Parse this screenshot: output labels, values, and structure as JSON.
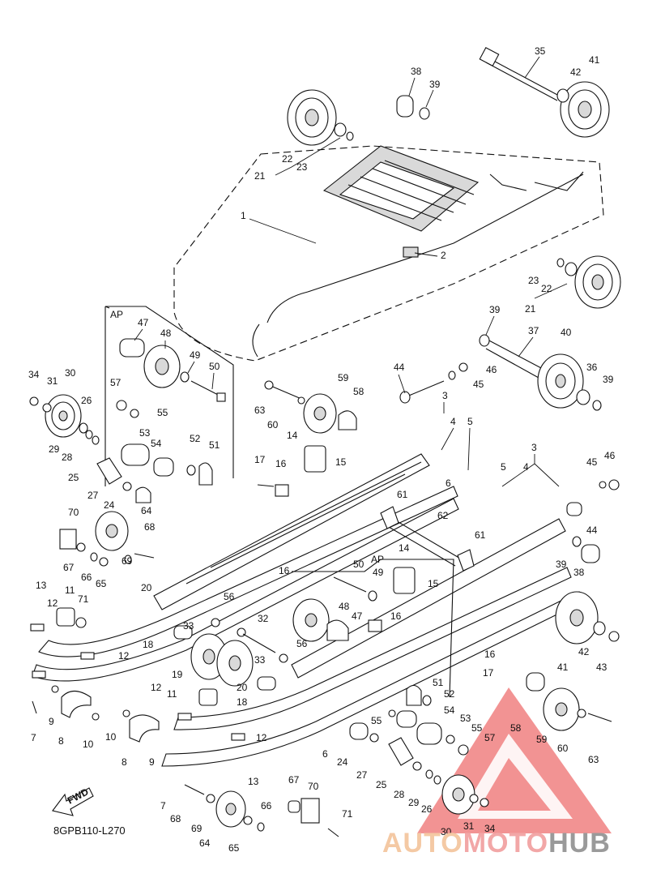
{
  "diagram_code": "8GPB110-L270",
  "fwd_label": "FWD",
  "ap_label": "AP",
  "watermark": {
    "part1": "AUTO",
    "part2": "MOTO",
    "part3": "HUB"
  },
  "colors": {
    "watermark_red": "#f08080",
    "watermark_orange": "#f4c9a4",
    "watermark_gray": "#9a9a9a",
    "line": "#111111"
  },
  "callouts": [
    {
      "id": "c35",
      "label": "35"
    },
    {
      "id": "c41a",
      "label": "41"
    },
    {
      "id": "c42a",
      "label": "42"
    },
    {
      "id": "c38a",
      "label": "38"
    },
    {
      "id": "c39a",
      "label": "39"
    },
    {
      "id": "c22a",
      "label": "22"
    },
    {
      "id": "c23a",
      "label": "23"
    },
    {
      "id": "c21a",
      "label": "21"
    },
    {
      "id": "c1",
      "label": "1"
    },
    {
      "id": "c2",
      "label": "2"
    },
    {
      "id": "c23b",
      "label": "23"
    },
    {
      "id": "c22b",
      "label": "22"
    },
    {
      "id": "c21b",
      "label": "21"
    },
    {
      "id": "c39b",
      "label": "39"
    },
    {
      "id": "c37",
      "label": "37"
    },
    {
      "id": "c40",
      "label": "40"
    },
    {
      "id": "c36",
      "label": "36"
    },
    {
      "id": "c39c",
      "label": "39"
    },
    {
      "id": "c44a",
      "label": "44"
    },
    {
      "id": "c46a",
      "label": "46"
    },
    {
      "id": "c45a",
      "label": "45"
    },
    {
      "id": "c47a",
      "label": "47"
    },
    {
      "id": "c48a",
      "label": "48"
    },
    {
      "id": "c49a",
      "label": "49"
    },
    {
      "id": "c50a",
      "label": "50"
    },
    {
      "id": "c57a",
      "label": "57"
    },
    {
      "id": "c55a",
      "label": "55"
    },
    {
      "id": "c53a",
      "label": "53"
    },
    {
      "id": "c54a",
      "label": "54"
    },
    {
      "id": "c52a",
      "label": "52"
    },
    {
      "id": "c51a",
      "label": "51"
    },
    {
      "id": "c34a",
      "label": "34"
    },
    {
      "id": "c31a",
      "label": "31"
    },
    {
      "id": "c30a",
      "label": "30"
    },
    {
      "id": "c26a",
      "label": "26"
    },
    {
      "id": "c29a",
      "label": "29"
    },
    {
      "id": "c28a",
      "label": "28"
    },
    {
      "id": "c25a",
      "label": "25"
    },
    {
      "id": "c27a",
      "label": "27"
    },
    {
      "id": "c24a",
      "label": "24"
    },
    {
      "id": "c64a",
      "label": "64"
    },
    {
      "id": "c70a",
      "label": "70"
    },
    {
      "id": "c68a",
      "label": "68"
    },
    {
      "id": "c67a",
      "label": "67"
    },
    {
      "id": "c66a",
      "label": "66"
    },
    {
      "id": "c65a",
      "label": "65"
    },
    {
      "id": "c69a",
      "label": "69"
    },
    {
      "id": "c59a",
      "label": "59"
    },
    {
      "id": "c58a",
      "label": "58"
    },
    {
      "id": "c63a",
      "label": "63"
    },
    {
      "id": "c60a",
      "label": "60"
    },
    {
      "id": "c14a",
      "label": "14"
    },
    {
      "id": "c15a",
      "label": "15"
    },
    {
      "id": "c17a",
      "label": "17"
    },
    {
      "id": "c16a",
      "label": "16"
    },
    {
      "id": "c3a",
      "label": "3"
    },
    {
      "id": "c4a",
      "label": "4"
    },
    {
      "id": "c5a",
      "label": "5"
    },
    {
      "id": "c6a",
      "label": "6"
    },
    {
      "id": "c61a",
      "label": "61"
    },
    {
      "id": "c62",
      "label": "62"
    },
    {
      "id": "c61b",
      "label": "61"
    },
    {
      "id": "c3b",
      "label": "3"
    },
    {
      "id": "c5b",
      "label": "5"
    },
    {
      "id": "c4b",
      "label": "4"
    },
    {
      "id": "c45b",
      "label": "45"
    },
    {
      "id": "c46b",
      "label": "46"
    },
    {
      "id": "c44b",
      "label": "44"
    },
    {
      "id": "c39d",
      "label": "39"
    },
    {
      "id": "c38b",
      "label": "38"
    },
    {
      "id": "c16b",
      "label": "16"
    },
    {
      "id": "c50b",
      "label": "50"
    },
    {
      "id": "c49b",
      "label": "49"
    },
    {
      "id": "c14b",
      "label": "14"
    },
    {
      "id": "c15b",
      "label": "15"
    },
    {
      "id": "c48b",
      "label": "48"
    },
    {
      "id": "c47b",
      "label": "47"
    },
    {
      "id": "c16c",
      "label": "16"
    },
    {
      "id": "c56a",
      "label": "56"
    },
    {
      "id": "c56b",
      "label": "56"
    },
    {
      "id": "c13a",
      "label": "13"
    },
    {
      "id": "c11a",
      "label": "11"
    },
    {
      "id": "c71a",
      "label": "71"
    },
    {
      "id": "c12a",
      "label": "12"
    },
    {
      "id": "c12b",
      "label": "12"
    },
    {
      "id": "c20a",
      "label": "20"
    },
    {
      "id": "c33a",
      "label": "33"
    },
    {
      "id": "c32",
      "label": "32"
    },
    {
      "id": "c18a",
      "label": "18"
    },
    {
      "id": "c19",
      "label": "19"
    },
    {
      "id": "c33b",
      "label": "33"
    },
    {
      "id": "c20b",
      "label": "20"
    },
    {
      "id": "c18b",
      "label": "18"
    },
    {
      "id": "c7a",
      "label": "7"
    },
    {
      "id": "c9a",
      "label": "9"
    },
    {
      "id": "c8a",
      "label": "8"
    },
    {
      "id": "c10a",
      "label": "10"
    },
    {
      "id": "c12c",
      "label": "12"
    },
    {
      "id": "c11b",
      "label": "11"
    },
    {
      "id": "c10b",
      "label": "10"
    },
    {
      "id": "c8b",
      "label": "8"
    },
    {
      "id": "c9b",
      "label": "9"
    },
    {
      "id": "c12d",
      "label": "12"
    },
    {
      "id": "c6b",
      "label": "6"
    },
    {
      "id": "c13b",
      "label": "13"
    },
    {
      "id": "c16d",
      "label": "16"
    },
    {
      "id": "c17b",
      "label": "17"
    },
    {
      "id": "c41b",
      "label": "41"
    },
    {
      "id": "c42b",
      "label": "42"
    },
    {
      "id": "c43",
      "label": "43"
    },
    {
      "id": "c51b",
      "label": "51"
    },
    {
      "id": "c52b",
      "label": "52"
    },
    {
      "id": "c54b",
      "label": "54"
    },
    {
      "id": "c53b",
      "label": "53"
    },
    {
      "id": "c55b",
      "label": "55"
    },
    {
      "id": "c55c",
      "label": "55"
    },
    {
      "id": "c57b",
      "label": "57"
    },
    {
      "id": "c58b",
      "label": "58"
    },
    {
      "id": "c59b",
      "label": "59"
    },
    {
      "id": "c60b",
      "label": "60"
    },
    {
      "id": "c63b",
      "label": "63"
    },
    {
      "id": "c24b",
      "label": "24"
    },
    {
      "id": "c27b",
      "label": "27"
    },
    {
      "id": "c25b",
      "label": "25"
    },
    {
      "id": "c28b",
      "label": "28"
    },
    {
      "id": "c29b",
      "label": "29"
    },
    {
      "id": "c26b",
      "label": "26"
    },
    {
      "id": "c30b",
      "label": "30"
    },
    {
      "id": "c31b",
      "label": "31"
    },
    {
      "id": "c34b",
      "label": "34"
    },
    {
      "id": "c7b",
      "label": "7"
    },
    {
      "id": "c68b",
      "label": "68"
    },
    {
      "id": "c69b",
      "label": "69"
    },
    {
      "id": "c64b",
      "label": "64"
    },
    {
      "id": "c65b",
      "label": "65"
    },
    {
      "id": "c67b",
      "label": "67"
    },
    {
      "id": "c70b",
      "label": "70"
    },
    {
      "id": "c66b",
      "label": "66"
    },
    {
      "id": "c71b",
      "label": "71"
    }
  ]
}
